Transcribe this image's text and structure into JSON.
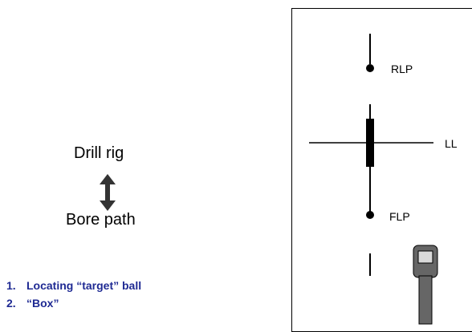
{
  "left": {
    "drill_rig": "Drill rig",
    "bore_path": "Bore path",
    "arrow_icon": "double-headed-vertical-arrow"
  },
  "steps": [
    {
      "number": "1.",
      "text": "Locating “target” ball"
    },
    {
      "number": "2.",
      "text": "“Box”"
    }
  ],
  "panel": {
    "rlp_label": "RLP",
    "ll_label": "LL",
    "flp_label": "FLP",
    "locator_icon": "locator-receiver-icon"
  },
  "colors": {
    "steps_text": "#1f2a93",
    "locator_body": "#666666",
    "locator_screen": "#d9d9d9"
  }
}
